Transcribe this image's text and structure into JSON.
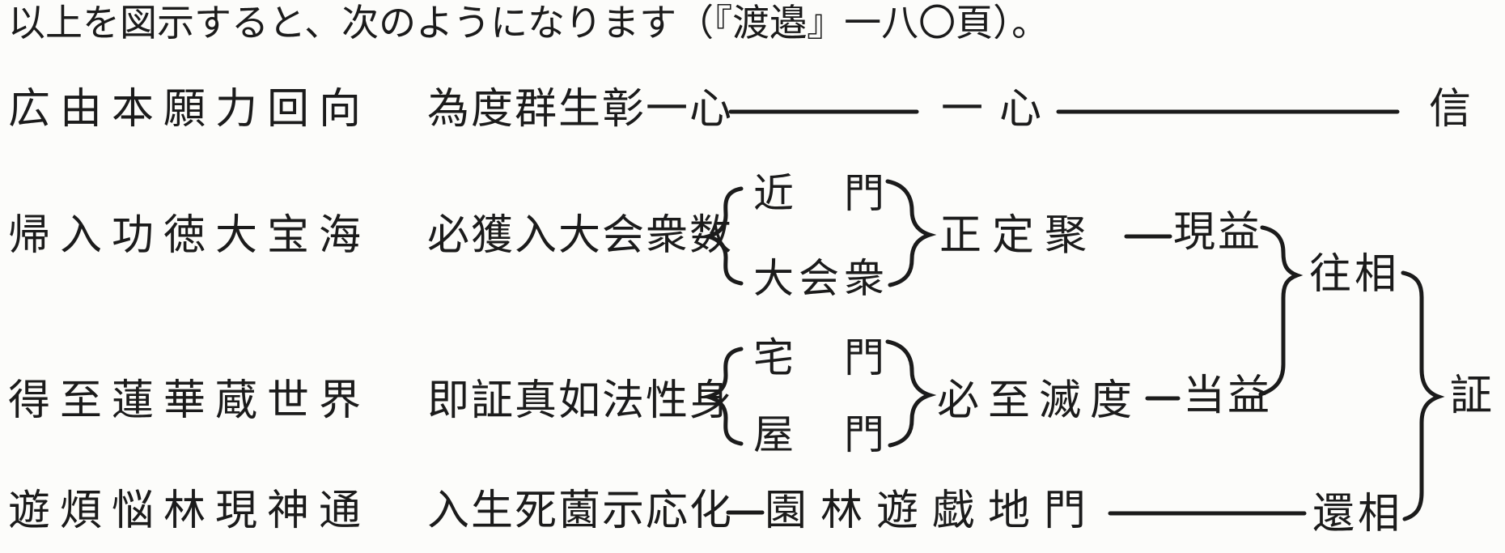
{
  "colors": {
    "paper": "#fcfcfa",
    "ink": "#1b1b1b"
  },
  "title": "以上を図示すると、次のようになります（『渡邉』一八〇頁）。",
  "rows": {
    "r1": {
      "left": "広由本願力回向",
      "mid": "為度群生彰一心",
      "node": "一心",
      "end": "信"
    },
    "r2": {
      "left": "帰入功徳大宝海",
      "mid": "必獲入大会衆数",
      "top": "近　門",
      "bottom": "大会衆",
      "node": "正定聚",
      "benefit": "現益"
    },
    "r3": {
      "left": "得至蓮華蔵世界",
      "mid": "即証真如法性身",
      "top": "宅　門",
      "bottom": "屋　門",
      "node": "必至滅度",
      "benefit": "当益"
    },
    "r4": {
      "left": "遊煩悩林現神通",
      "mid": "入生死薗示応化",
      "node": "園林遊戯地門",
      "end": "還相"
    }
  },
  "labels": {
    "oso": "往相",
    "sho": "証"
  }
}
